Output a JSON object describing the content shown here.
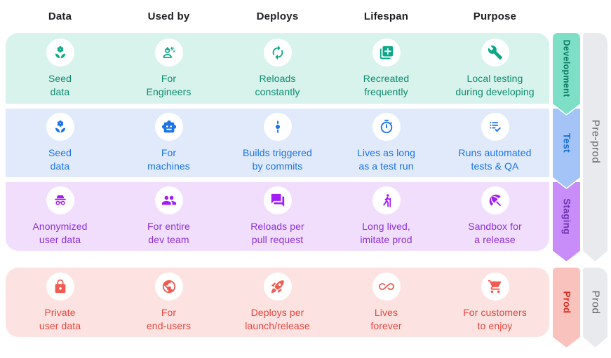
{
  "columns": [
    "Data",
    "Used by",
    "Deploys",
    "Lifespan",
    "Purpose"
  ],
  "rows": [
    {
      "name": "development",
      "label": "Development",
      "colors": {
        "row_bg": "#d7f3eb",
        "icon": "#0ba888",
        "text": "#0d8a72",
        "ribbon_bg": "#7cdfc6",
        "ribbon_text": "#0d7862"
      },
      "cells": [
        {
          "icon": "seed-icon",
          "label": "Seed\ndata"
        },
        {
          "icon": "engineers-icon",
          "label": "For\nEngineers"
        },
        {
          "icon": "reload-icon",
          "label": "Reloads\nconstantly"
        },
        {
          "icon": "library-add-icon",
          "label": "Recreated\nfrequently"
        },
        {
          "icon": "wrench-icon",
          "label": "Local testing\nduring developing"
        }
      ]
    },
    {
      "name": "test",
      "label": "Test",
      "colors": {
        "row_bg": "#e0eafb",
        "icon": "#1a73e8",
        "text": "#1a73e8",
        "ribbon_bg": "#a4c4f8",
        "ribbon_text": "#1a6fd4"
      },
      "cells": [
        {
          "icon": "seed-icon",
          "label": "Seed\ndata"
        },
        {
          "icon": "robot-icon",
          "label": "For\nmachines"
        },
        {
          "icon": "commit-icon",
          "label": "Builds triggered\nby commits"
        },
        {
          "icon": "timer-icon",
          "label": "Lives as long\nas a test run"
        },
        {
          "icon": "checklist-icon",
          "label": "Runs automated\ntests & QA"
        }
      ]
    },
    {
      "name": "staging",
      "label": "Staging",
      "colors": {
        "row_bg": "#f1defc",
        "icon": "#a31ef5",
        "text": "#8c30d9",
        "ribbon_bg": "#c88df8",
        "ribbon_text": "#6c34ae"
      },
      "cells": [
        {
          "icon": "incognito-icon",
          "label": "Anonymized\nuser data"
        },
        {
          "icon": "group-icon",
          "label": "For entire\ndev team"
        },
        {
          "icon": "forum-icon",
          "label": "Reloads per\npull request"
        },
        {
          "icon": "hiking-icon",
          "label": "Long lived,\nimitate prod"
        },
        {
          "icon": "umbrella-icon",
          "label": "Sandbox for\na release"
        }
      ]
    },
    {
      "name": "prod",
      "label": "Prod",
      "colors": {
        "row_bg": "#fce3e2",
        "icon": "#f15b52",
        "text": "#e8453c",
        "ribbon_bg": "#f9c2bd",
        "ribbon_text": "#d93025"
      },
      "cells": [
        {
          "icon": "lock-icon",
          "label": "Private\nuser data"
        },
        {
          "icon": "globe-icon",
          "label": "For\nend-users"
        },
        {
          "icon": "rocket-icon",
          "label": "Deploys per\nlaunch/release"
        },
        {
          "icon": "infinity-icon",
          "label": "Lives\nforever"
        },
        {
          "icon": "cart-icon",
          "label": "For customers\nto enjoy"
        }
      ]
    }
  ],
  "stage_groups": [
    {
      "label": "Pre-prod",
      "bg": "#e8eaed",
      "text": "#5f6368"
    },
    {
      "label": "Prod",
      "bg": "#e8eaed",
      "text": "#5f6368"
    }
  ]
}
